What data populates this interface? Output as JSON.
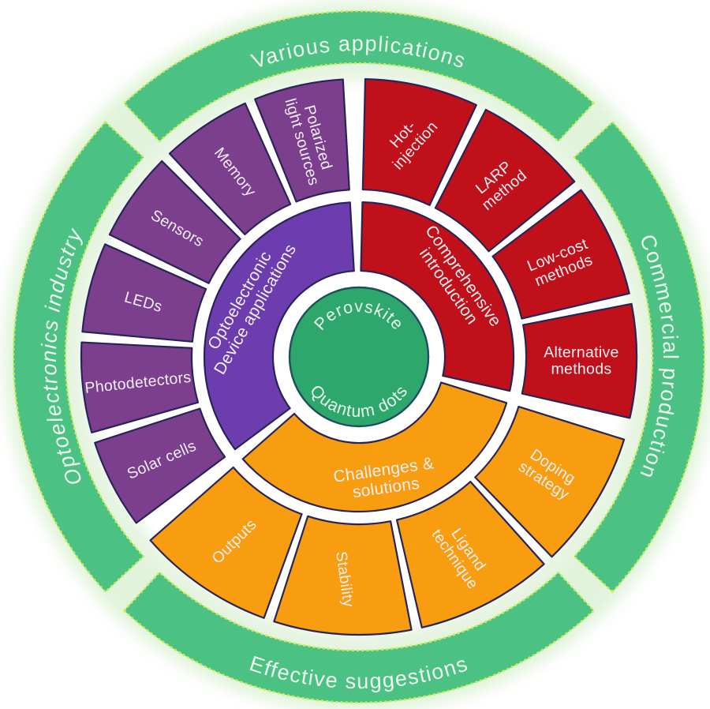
{
  "diagram": {
    "center": {
      "top_text": "Perovskite",
      "bottom_text": "Quantum dots"
    },
    "outer_ring": {
      "labels": {
        "top": "Various applications",
        "right": "Commercial production",
        "bottom": "Effective suggestions",
        "left": "Optoelectronics industry"
      }
    },
    "groups": [
      {
        "id": "comprehensive-introduction",
        "color": "#c0111a",
        "inner_color": "#c0111a",
        "inner_segment": {
          "lines": [
            "Comprehensive",
            "introduction"
          ]
        },
        "outer_segments": [
          {
            "lines": [
              "Hot-",
              "injection"
            ]
          },
          {
            "lines": [
              "LARP",
              "method"
            ]
          },
          {
            "lines": [
              "Low-cost",
              "methods"
            ]
          },
          {
            "lines": [
              "Alternative",
              "methods"
            ]
          }
        ]
      },
      {
        "id": "optoelectronic-device-applications",
        "color": "#7c3f8e",
        "inner_color": "#6d3cae",
        "inner_segment": {
          "lines": [
            "Optoelectronic",
            "Device applications"
          ]
        },
        "outer_segments": [
          {
            "lines": [
              "Polarized",
              "light sources"
            ]
          },
          {
            "lines": [
              "Memory"
            ]
          },
          {
            "lines": [
              "Sensors"
            ]
          },
          {
            "lines": [
              "LEDs"
            ]
          },
          {
            "lines": [
              "Photodetectors"
            ]
          },
          {
            "lines": [
              "Solar cells"
            ]
          }
        ]
      },
      {
        "id": "challenges-and-solutions",
        "color": "#f89c10",
        "inner_color": "#f89c10",
        "inner_segment": {
          "lines": [
            "Challenges &",
            "solutions"
          ]
        },
        "outer_segments": [
          {
            "lines": [
              "Outputs"
            ]
          },
          {
            "lines": [
              "Stability"
            ]
          },
          {
            "lines": [
              "Ligand",
              "technique"
            ]
          },
          {
            "lines": [
              "Doping",
              "strategy"
            ]
          }
        ]
      }
    ],
    "palette": {
      "ring_green": "#4cc184",
      "ring_dash": "#c8ef4b",
      "glow": "#d2eec9",
      "center_green": "#2da76b",
      "center_stroke": "#1e4f5e",
      "border_navy": "#272457",
      "label_text": "#f3eff6",
      "ring_text": "#edf7ef"
    }
  }
}
